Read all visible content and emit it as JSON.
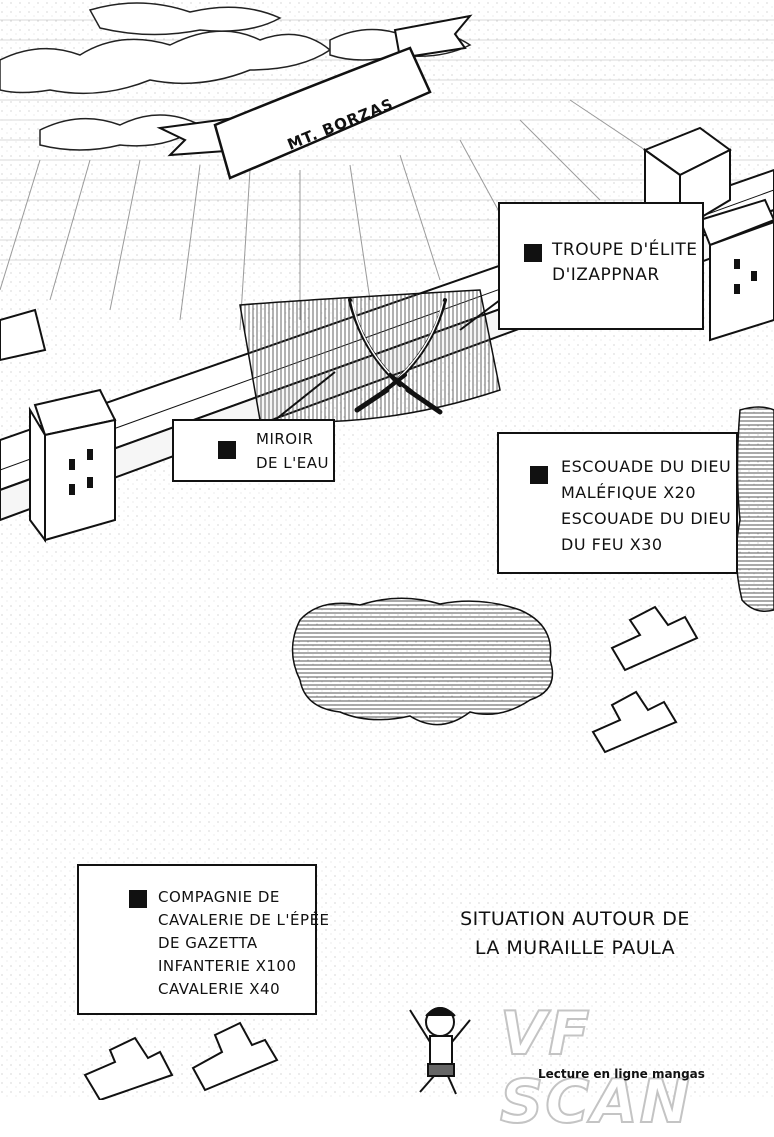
{
  "banner": {
    "label": "MT. BORZAS"
  },
  "labels": [
    {
      "lines": [
        "TROUPE D'ÉLITE",
        "D'IZAPPNAR"
      ]
    },
    {
      "lines": [
        "MIROIR",
        "DE L'EAU"
      ]
    },
    {
      "lines": [
        "ESCOUADE DU DIEU",
        "MALÉFIQUE X20",
        "ESCOUADE DU DIEU",
        "DU FEU X30"
      ]
    },
    {
      "lines": [
        "COMPAGNIE DE",
        "CAVALERIE DE L'ÉPÉE",
        "DE GAZETTA",
        "INFANTERIE X100",
        "CAVALERIE X40"
      ]
    }
  ],
  "caption": {
    "line1": "SITUATION AUTOUR DE",
    "line2": "LA MURAILLE PAULA"
  },
  "watermark": {
    "title": "VF SCAN",
    "subtitle": "Lecture en ligne mangas"
  },
  "icons": [
    "crossed-swords-icon",
    "unit-block-icon",
    "mascot-character"
  ]
}
